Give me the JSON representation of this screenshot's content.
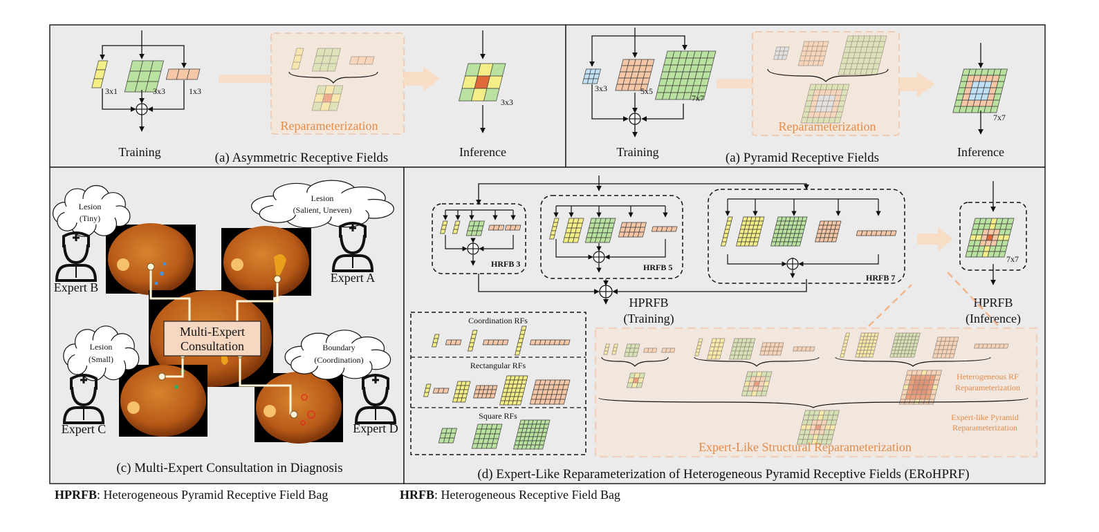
{
  "panel_a": {
    "training": "Training",
    "inference": "Inference",
    "caption": "(a) Asymmetric Receptive Fields",
    "reparam": "Reparameterization",
    "k1": "3x1",
    "k2": "3x3",
    "k3": "1x3",
    "out": "3x3"
  },
  "panel_b": {
    "training": "Training",
    "inference": "Inference",
    "caption": "(a) Pyramid Receptive Fields",
    "reparam": "Reparameterization",
    "k1": "3x3",
    "k2": "5x5",
    "k3": "7x7",
    "out": "7x7"
  },
  "panel_c": {
    "caption": "(c) Multi-Expert Consultation in Diagnosis",
    "center_line1": "Multi-Expert",
    "center_line2": "Consultation",
    "experts": {
      "a": {
        "name": "Expert A",
        "line1": "Lesion",
        "line2": "(Salient, Uneven)"
      },
      "b": {
        "name": "Expert B",
        "line1": "Lesion",
        "line2": "(Tiny)"
      },
      "c": {
        "name": "Expert C",
        "line1": "Lesion",
        "line2": "(Small)"
      },
      "d": {
        "name": "Expert D",
        "line1": "Boundary",
        "line2": "(Coordination)"
      }
    }
  },
  "panel_d": {
    "caption": "(d) Expert-Like Reparameterization of Heterogeneous Pyramid Receptive Fields (ERoHPRF)",
    "hrfb3": "HRFB 3",
    "hrfb5": "HRFB 5",
    "hrfb7": "HRFB 7",
    "hprfb": "HPRFB",
    "training": "(Training)",
    "inference": "(Inference)",
    "out": "7x7",
    "coord": "Coordination RFs",
    "rect": "Rectangular RFs",
    "square": "Square RFs",
    "hetero_line1": "Heterogeneous RF",
    "hetero_line2": "Reparameterization",
    "pyr_line1": "Expert-like Pyramid",
    "pyr_line2": "Reparameterization",
    "big": "Expert-Like Structural Reparameterization"
  },
  "legend": {
    "hprfb_abbr": "HPRFB",
    "hprfb_def": ": Heterogeneous Pyramid Receptive Field Bag",
    "hrfb_abbr": "HRFB",
    "hrfb_def": ": Heterogeneous Receptive Field Bag"
  },
  "colors": {
    "yellow": "#f4ee86",
    "green": "#b9e2a0",
    "peach": "#f5c7a6",
    "blue": "#bfe0f5",
    "red": "#e0693a",
    "accent": "#e38b4a",
    "panel": "#ebebeb",
    "fundus": "#c2621d"
  }
}
